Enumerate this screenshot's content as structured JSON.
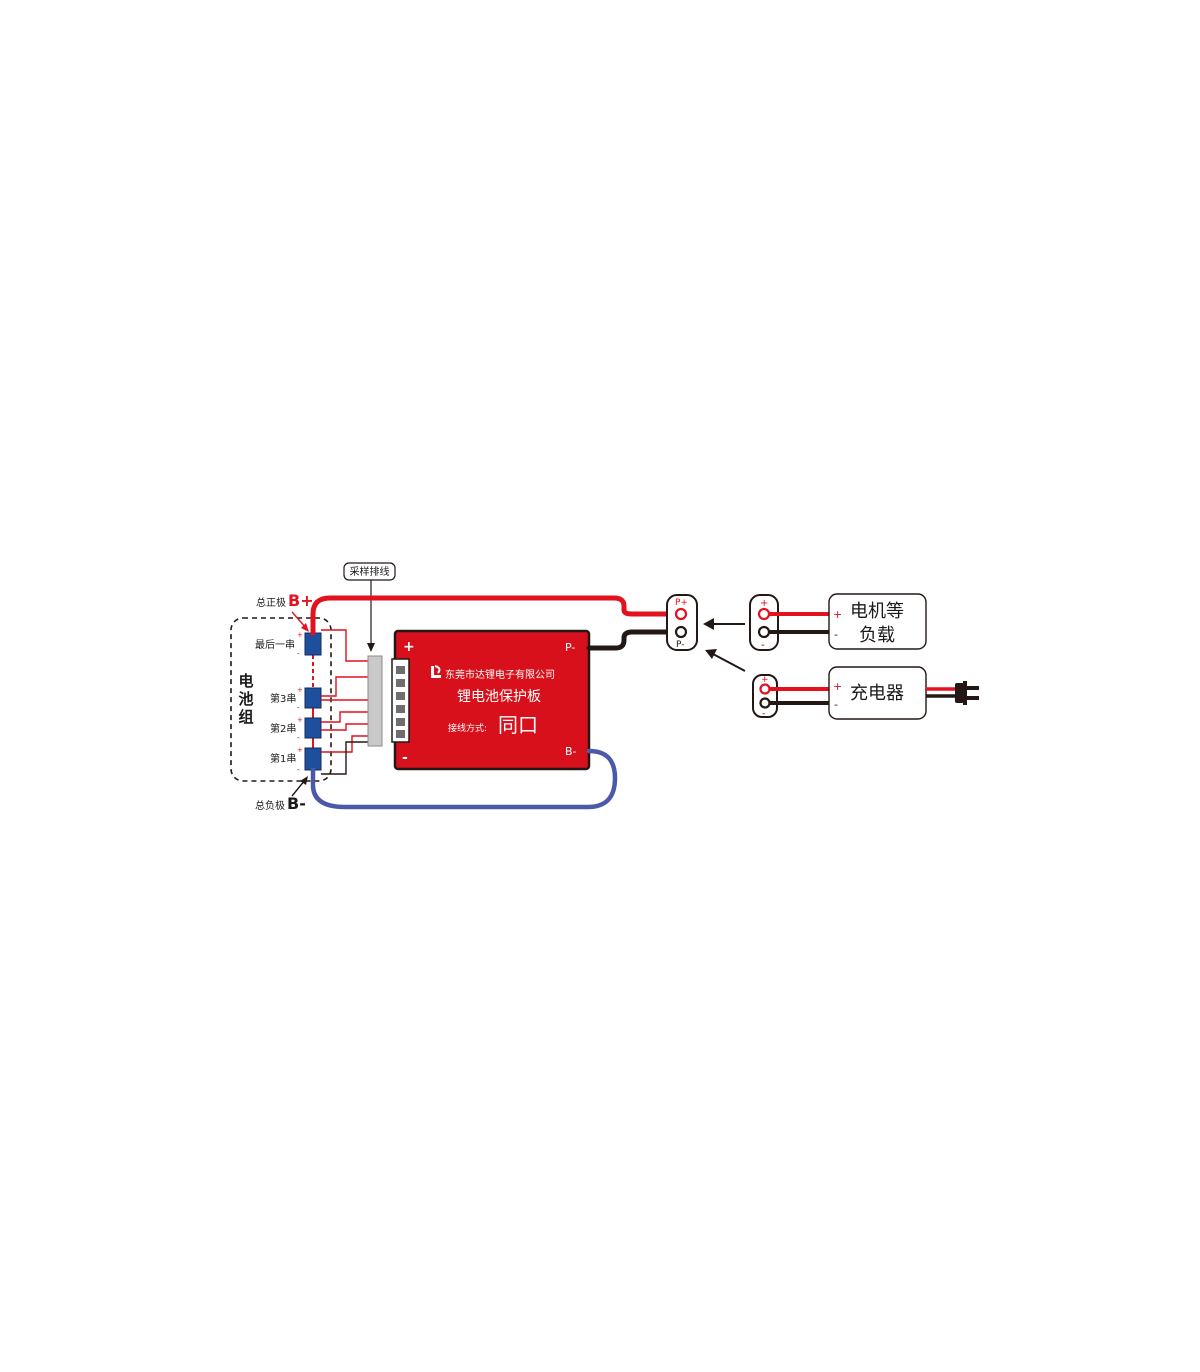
{
  "battery_pack": {
    "title_line1": "电",
    "title_line2": "池",
    "title_line3": "组",
    "total_positive_label": "总正极",
    "total_positive_terminal": "B+",
    "total_negative_label": "总负极",
    "total_negative_terminal": "B-",
    "cells": [
      {
        "label": "最后一串"
      },
      {
        "label": "第3串"
      },
      {
        "label": "第2串"
      },
      {
        "label": "第1串"
      }
    ],
    "cell_plus": "+",
    "cell_minus": "-"
  },
  "sampling_harness": {
    "label": "采样排线"
  },
  "board": {
    "company": "东莞市达锂电子有限公司",
    "product": "锂电池保护板",
    "wiring_prefix": "接线方式:",
    "wiring_mode": "同口",
    "pin_plus": "+",
    "pin_minus": "-",
    "p_minus": "P-",
    "b_minus": "B-"
  },
  "output_port": {
    "p_plus": "P+",
    "p_minus": "P-"
  },
  "load": {
    "label_line1": "电机等",
    "label_line2": "负载",
    "plus": "+",
    "minus": "-"
  },
  "charger": {
    "label": "充电器",
    "plus": "+",
    "minus": "-"
  },
  "colors": {
    "wire_red": "#e4111f",
    "wire_black": "#231815",
    "wire_blue": "#4a5aa8",
    "board_red": "#d7101b",
    "cell_blue": "#1d4f9c"
  }
}
